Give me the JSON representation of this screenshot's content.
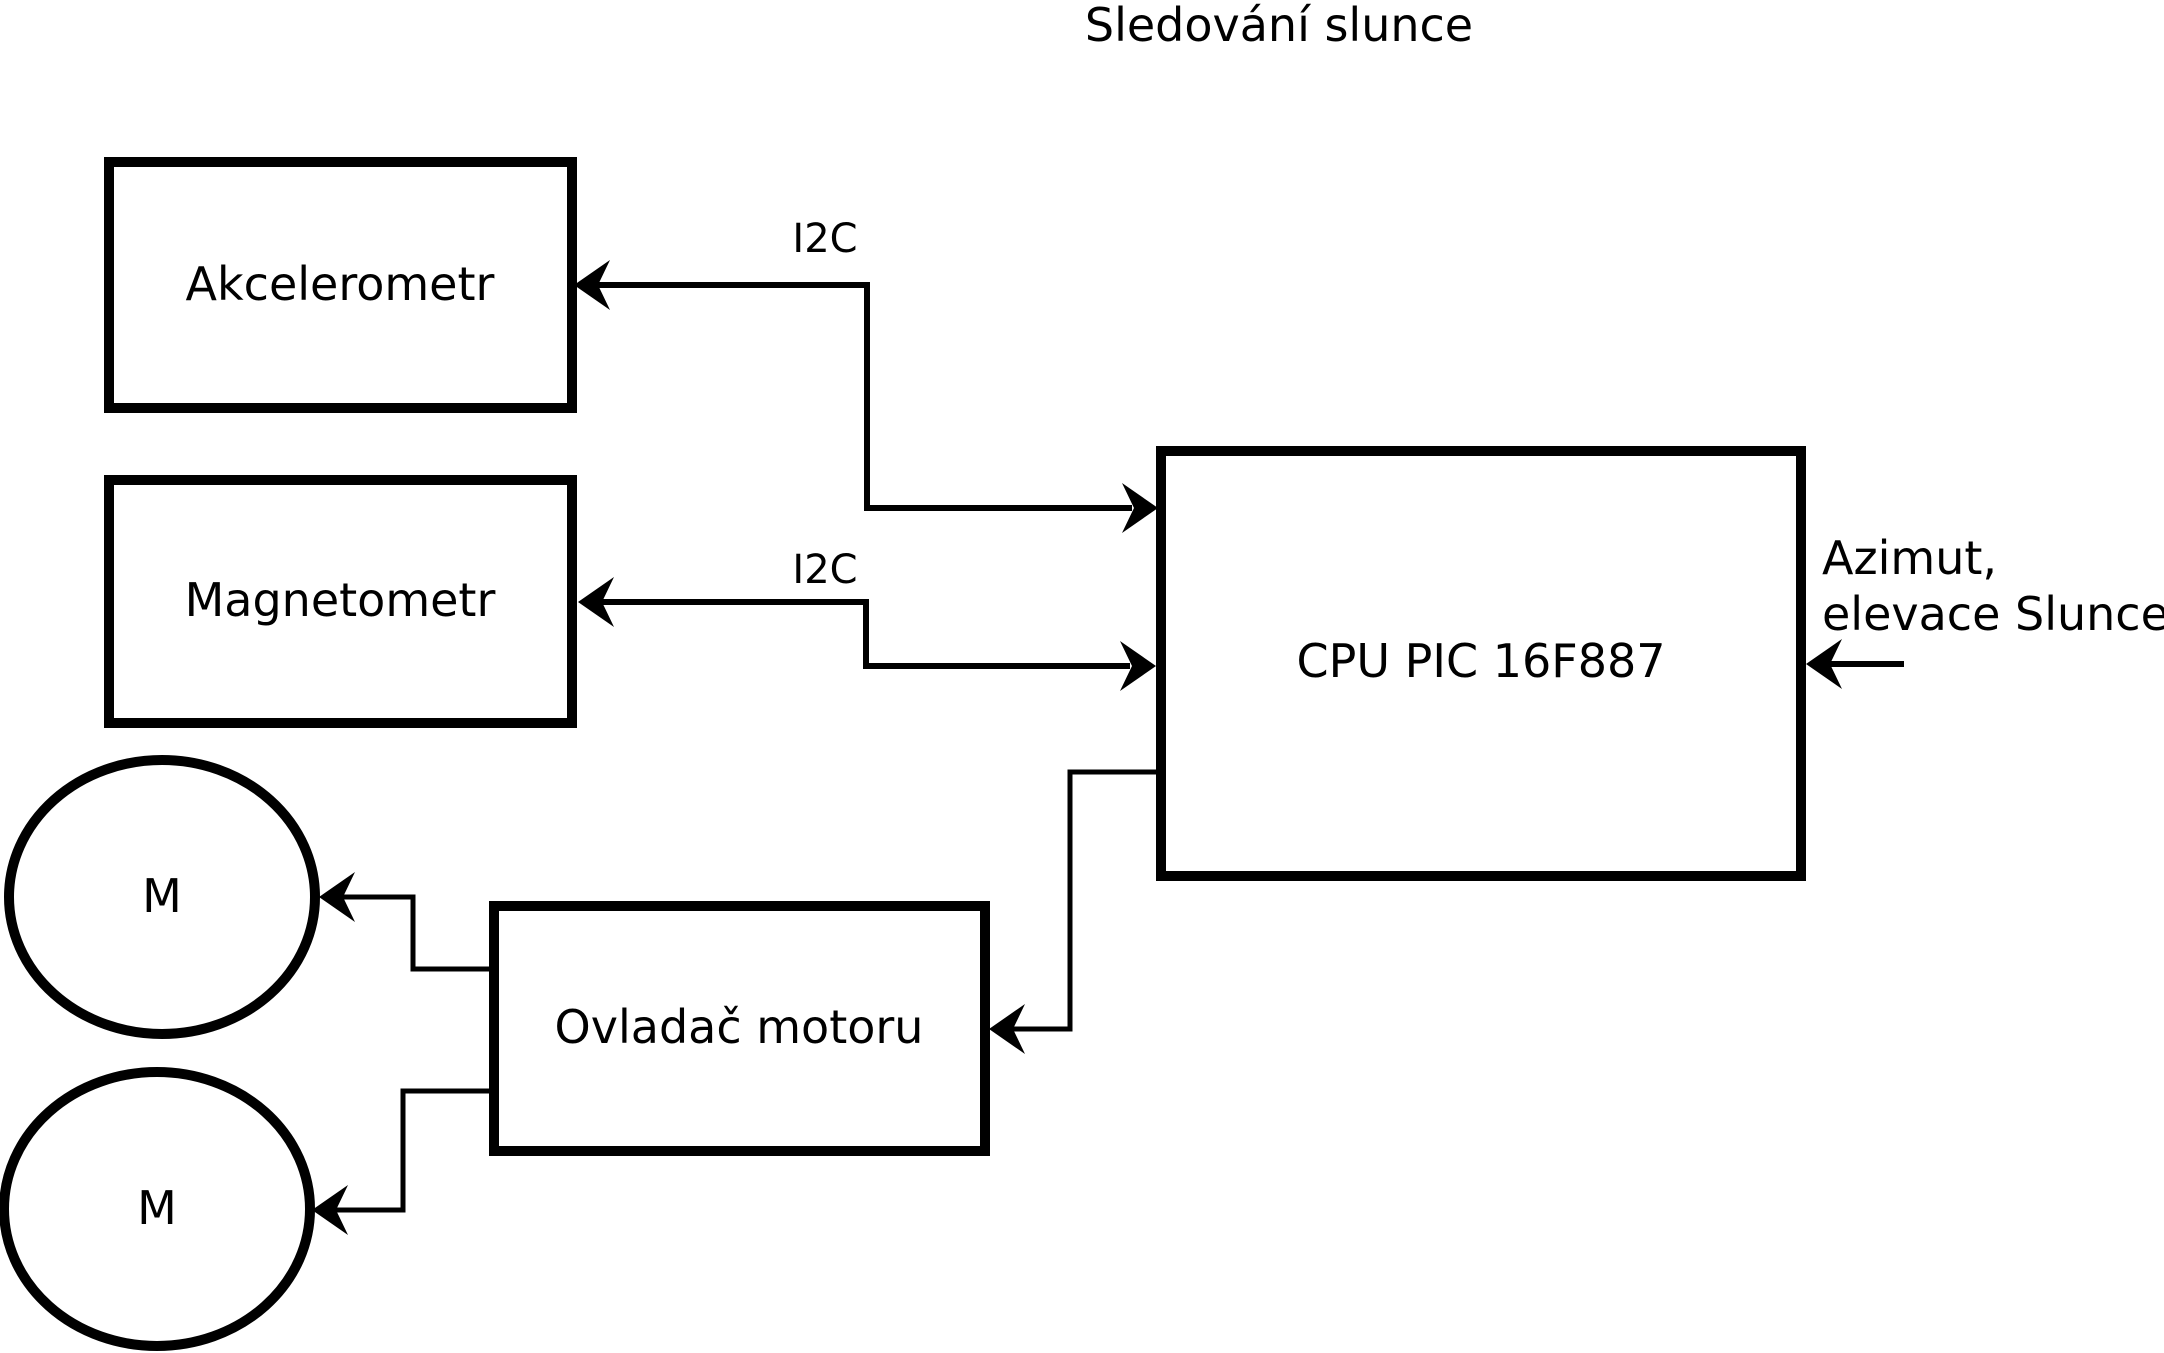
{
  "title": "Sledování slunce",
  "blocks": {
    "accelerometer": "Akcelerometr",
    "magnetometer": "Magnetometr",
    "cpu": "CPU PIC 16F887",
    "motor_driver": "Ovladač motoru",
    "motor_1": "M",
    "motor_2": "M"
  },
  "buses": {
    "accelerometer_bus": "I2C",
    "magnetometer_bus": "I2C"
  },
  "input": {
    "line1": "Azimut,",
    "line2": "elevace Slunce"
  }
}
